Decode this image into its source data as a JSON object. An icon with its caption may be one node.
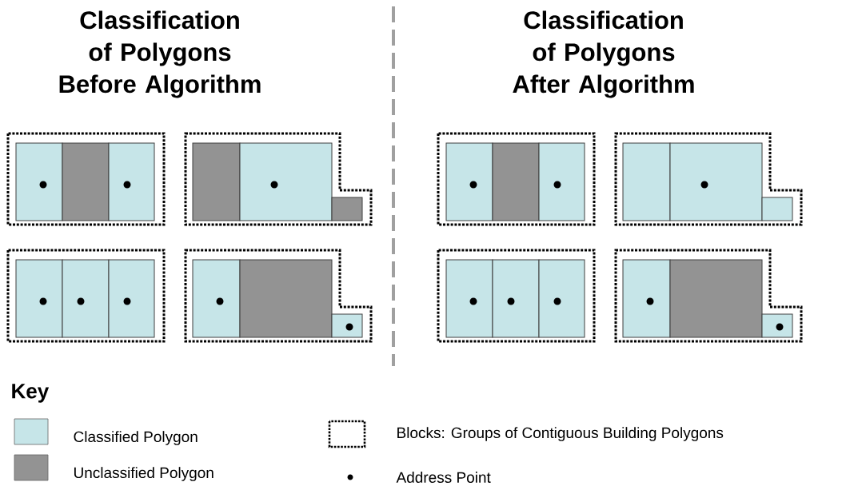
{
  "diagram": {
    "labels": [
      "Classification of Polygons Before Algorithm",
      "Classification of Polygons After Algorithm",
      "Key"
    ],
    "legend": [
      {
        "text": "Classified Polygon",
        "color": "#c6e5e8"
      },
      {
        "text": "Unclassified Polygon",
        "color": "#939393"
      },
      {
        "text": "Blocks: Groups of Contiguous Building Polygons"
      },
      {
        "text": "Address Point"
      }
    ]
  }
}
